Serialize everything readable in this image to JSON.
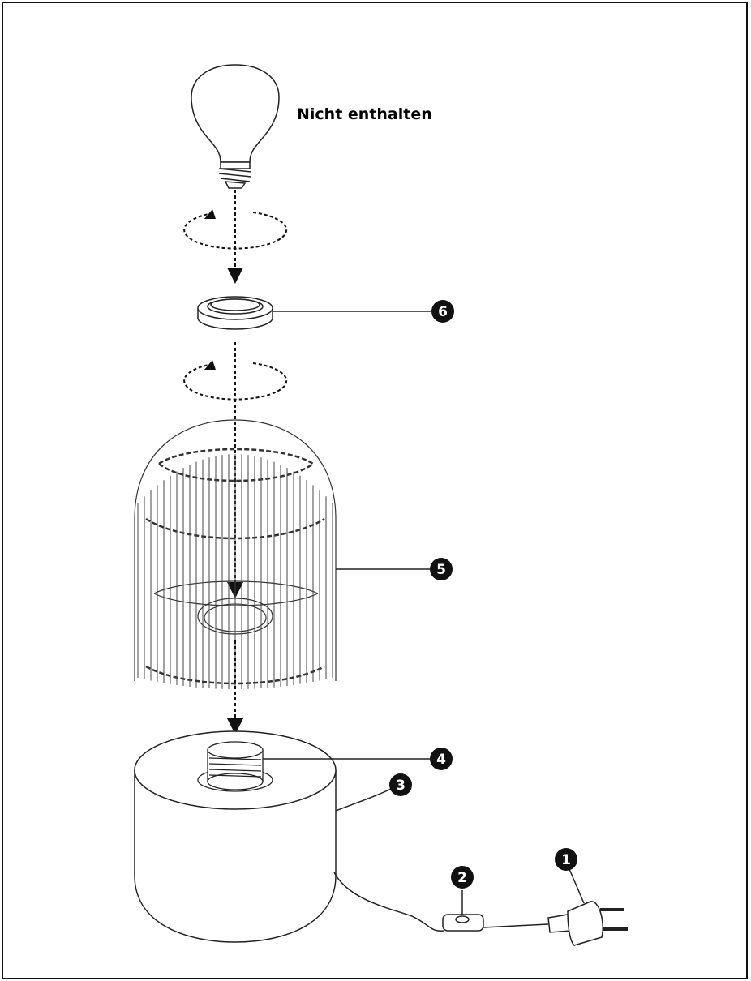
{
  "note": {
    "text": "Nicht enthalten"
  },
  "callouts": [
    {
      "number": "1",
      "part": "plug"
    },
    {
      "number": "2",
      "part": "switch"
    },
    {
      "number": "3",
      "part": "base"
    },
    {
      "number": "4",
      "part": "socket"
    },
    {
      "number": "5",
      "part": "shade"
    },
    {
      "number": "6",
      "part": "ring"
    }
  ],
  "colors": {
    "line": "#222222",
    "badge": "#111111"
  }
}
